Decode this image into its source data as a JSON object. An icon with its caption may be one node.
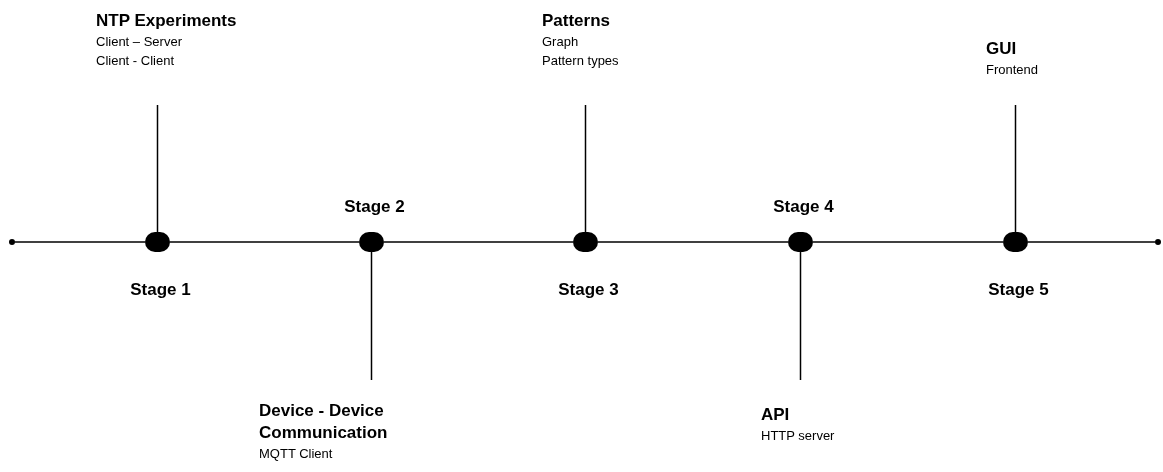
{
  "diagram": {
    "nodes": [
      {
        "text": [],
        "shape": "circle"
      },
      {
        "text": [],
        "shape": "circle",
        "beside": [
          "Stage 1"
        ]
      },
      {
        "text": [],
        "shape": "circle",
        "beside": [
          "Stage 2"
        ]
      },
      {
        "text": [],
        "shape": "circle",
        "beside": [
          "Stage 3"
        ]
      },
      {
        "text": [],
        "shape": "circle",
        "beside": [
          "Stage 4"
        ]
      },
      {
        "text": [],
        "shape": "circle",
        "beside": [
          "Stage 5"
        ]
      },
      {
        "text": [],
        "shape": "circle"
      },
      {
        "text": [
          "NTP Experiments",
          "Client – Server",
          "Client - Client"
        ]
      },
      {
        "text": [
          "Device - Device Communication",
          "MQTT Client"
        ]
      },
      {
        "text": [
          "Patterns",
          "Graph",
          "Pattern types"
        ]
      },
      {
        "text": [
          "API",
          "HTTP server"
        ]
      },
      {
        "text": [
          "GUI",
          "Frontend"
        ]
      }
    ],
    "edges": [
      {
        "from": 0,
        "to": 1,
        "arrow": "none"
      },
      {
        "from": 1,
        "to": 2,
        "arrow": "none"
      },
      {
        "from": 2,
        "to": 3,
        "arrow": "none"
      },
      {
        "from": 3,
        "to": 4,
        "arrow": "none"
      },
      {
        "from": 4,
        "to": 5,
        "arrow": "none"
      },
      {
        "from": 5,
        "to": 6,
        "arrow": "none"
      },
      {
        "from": 7,
        "to": 1,
        "arrow": "none"
      },
      {
        "from": 8,
        "to": 2,
        "arrow": "none"
      },
      {
        "from": 9,
        "to": 3,
        "arrow": "none"
      },
      {
        "from": 10,
        "to": 4,
        "arrow": "none"
      },
      {
        "from": 11,
        "to": 5,
        "arrow": "none"
      }
    ]
  }
}
